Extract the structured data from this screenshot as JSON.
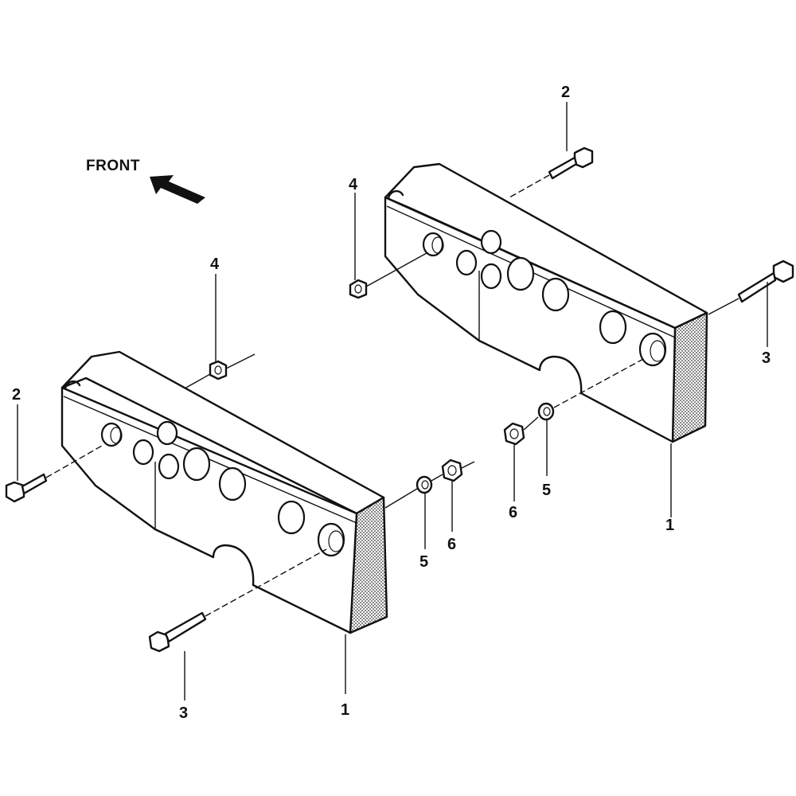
{
  "diagram": {
    "direction_label": "FRONT",
    "icons": {
      "arrow": "front-direction-arrow-icon"
    },
    "ink_color": "#111111",
    "shade_color": "#555555",
    "callouts": [
      {
        "id": "c-left-2",
        "text": "2"
      },
      {
        "id": "c-left-3",
        "text": "3"
      },
      {
        "id": "c-left-4",
        "text": "4"
      },
      {
        "id": "c-left-5",
        "text": "5"
      },
      {
        "id": "c-left-6",
        "text": "6"
      },
      {
        "id": "c-left-1",
        "text": "1"
      },
      {
        "id": "c-right-2",
        "text": "2"
      },
      {
        "id": "c-right-4",
        "text": "4"
      },
      {
        "id": "c-right-3",
        "text": "3"
      },
      {
        "id": "c-right-6",
        "text": "6"
      },
      {
        "id": "c-right-5",
        "text": "5"
      },
      {
        "id": "c-right-1",
        "text": "1"
      }
    ]
  }
}
